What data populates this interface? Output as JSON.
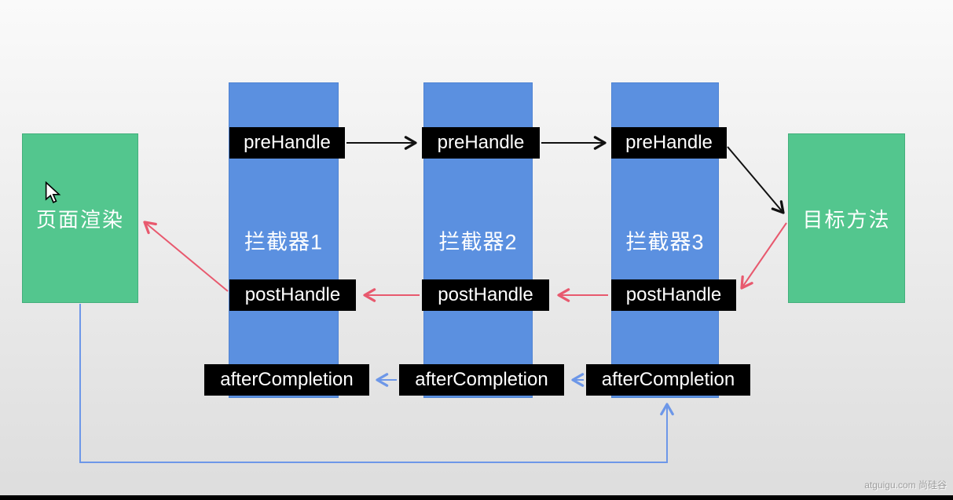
{
  "colors": {
    "bgTop": "#fafafa",
    "bgBottom": "#dddddd",
    "colBlue": "#5b90e0",
    "colBorder": "#4f83d3",
    "boxGreen": "#53c68e",
    "boxGreenBorder": "#43af7c",
    "labelBg": "#000000",
    "labelText": "#ffffff",
    "arrowBlack": "#111111",
    "arrowRed": "#e8596e",
    "arrowBlue": "#6d97e8",
    "watermark": "#9d9d9d",
    "bottomBar": "#000000"
  },
  "diagram": {
    "page_render_label": "页面渲染",
    "target_method_label": "目标方法",
    "interceptors": [
      {
        "name": "拦截器1",
        "pre": "preHandle",
        "post": "postHandle",
        "after": "afterCompletion"
      },
      {
        "name": "拦截器2",
        "pre": "preHandle",
        "post": "postHandle",
        "after": "afterCompletion"
      },
      {
        "name": "拦截器3",
        "pre": "preHandle",
        "post": "postHandle",
        "after": "afterCompletion"
      }
    ],
    "watermark": "atguigu.com 尚硅谷"
  }
}
